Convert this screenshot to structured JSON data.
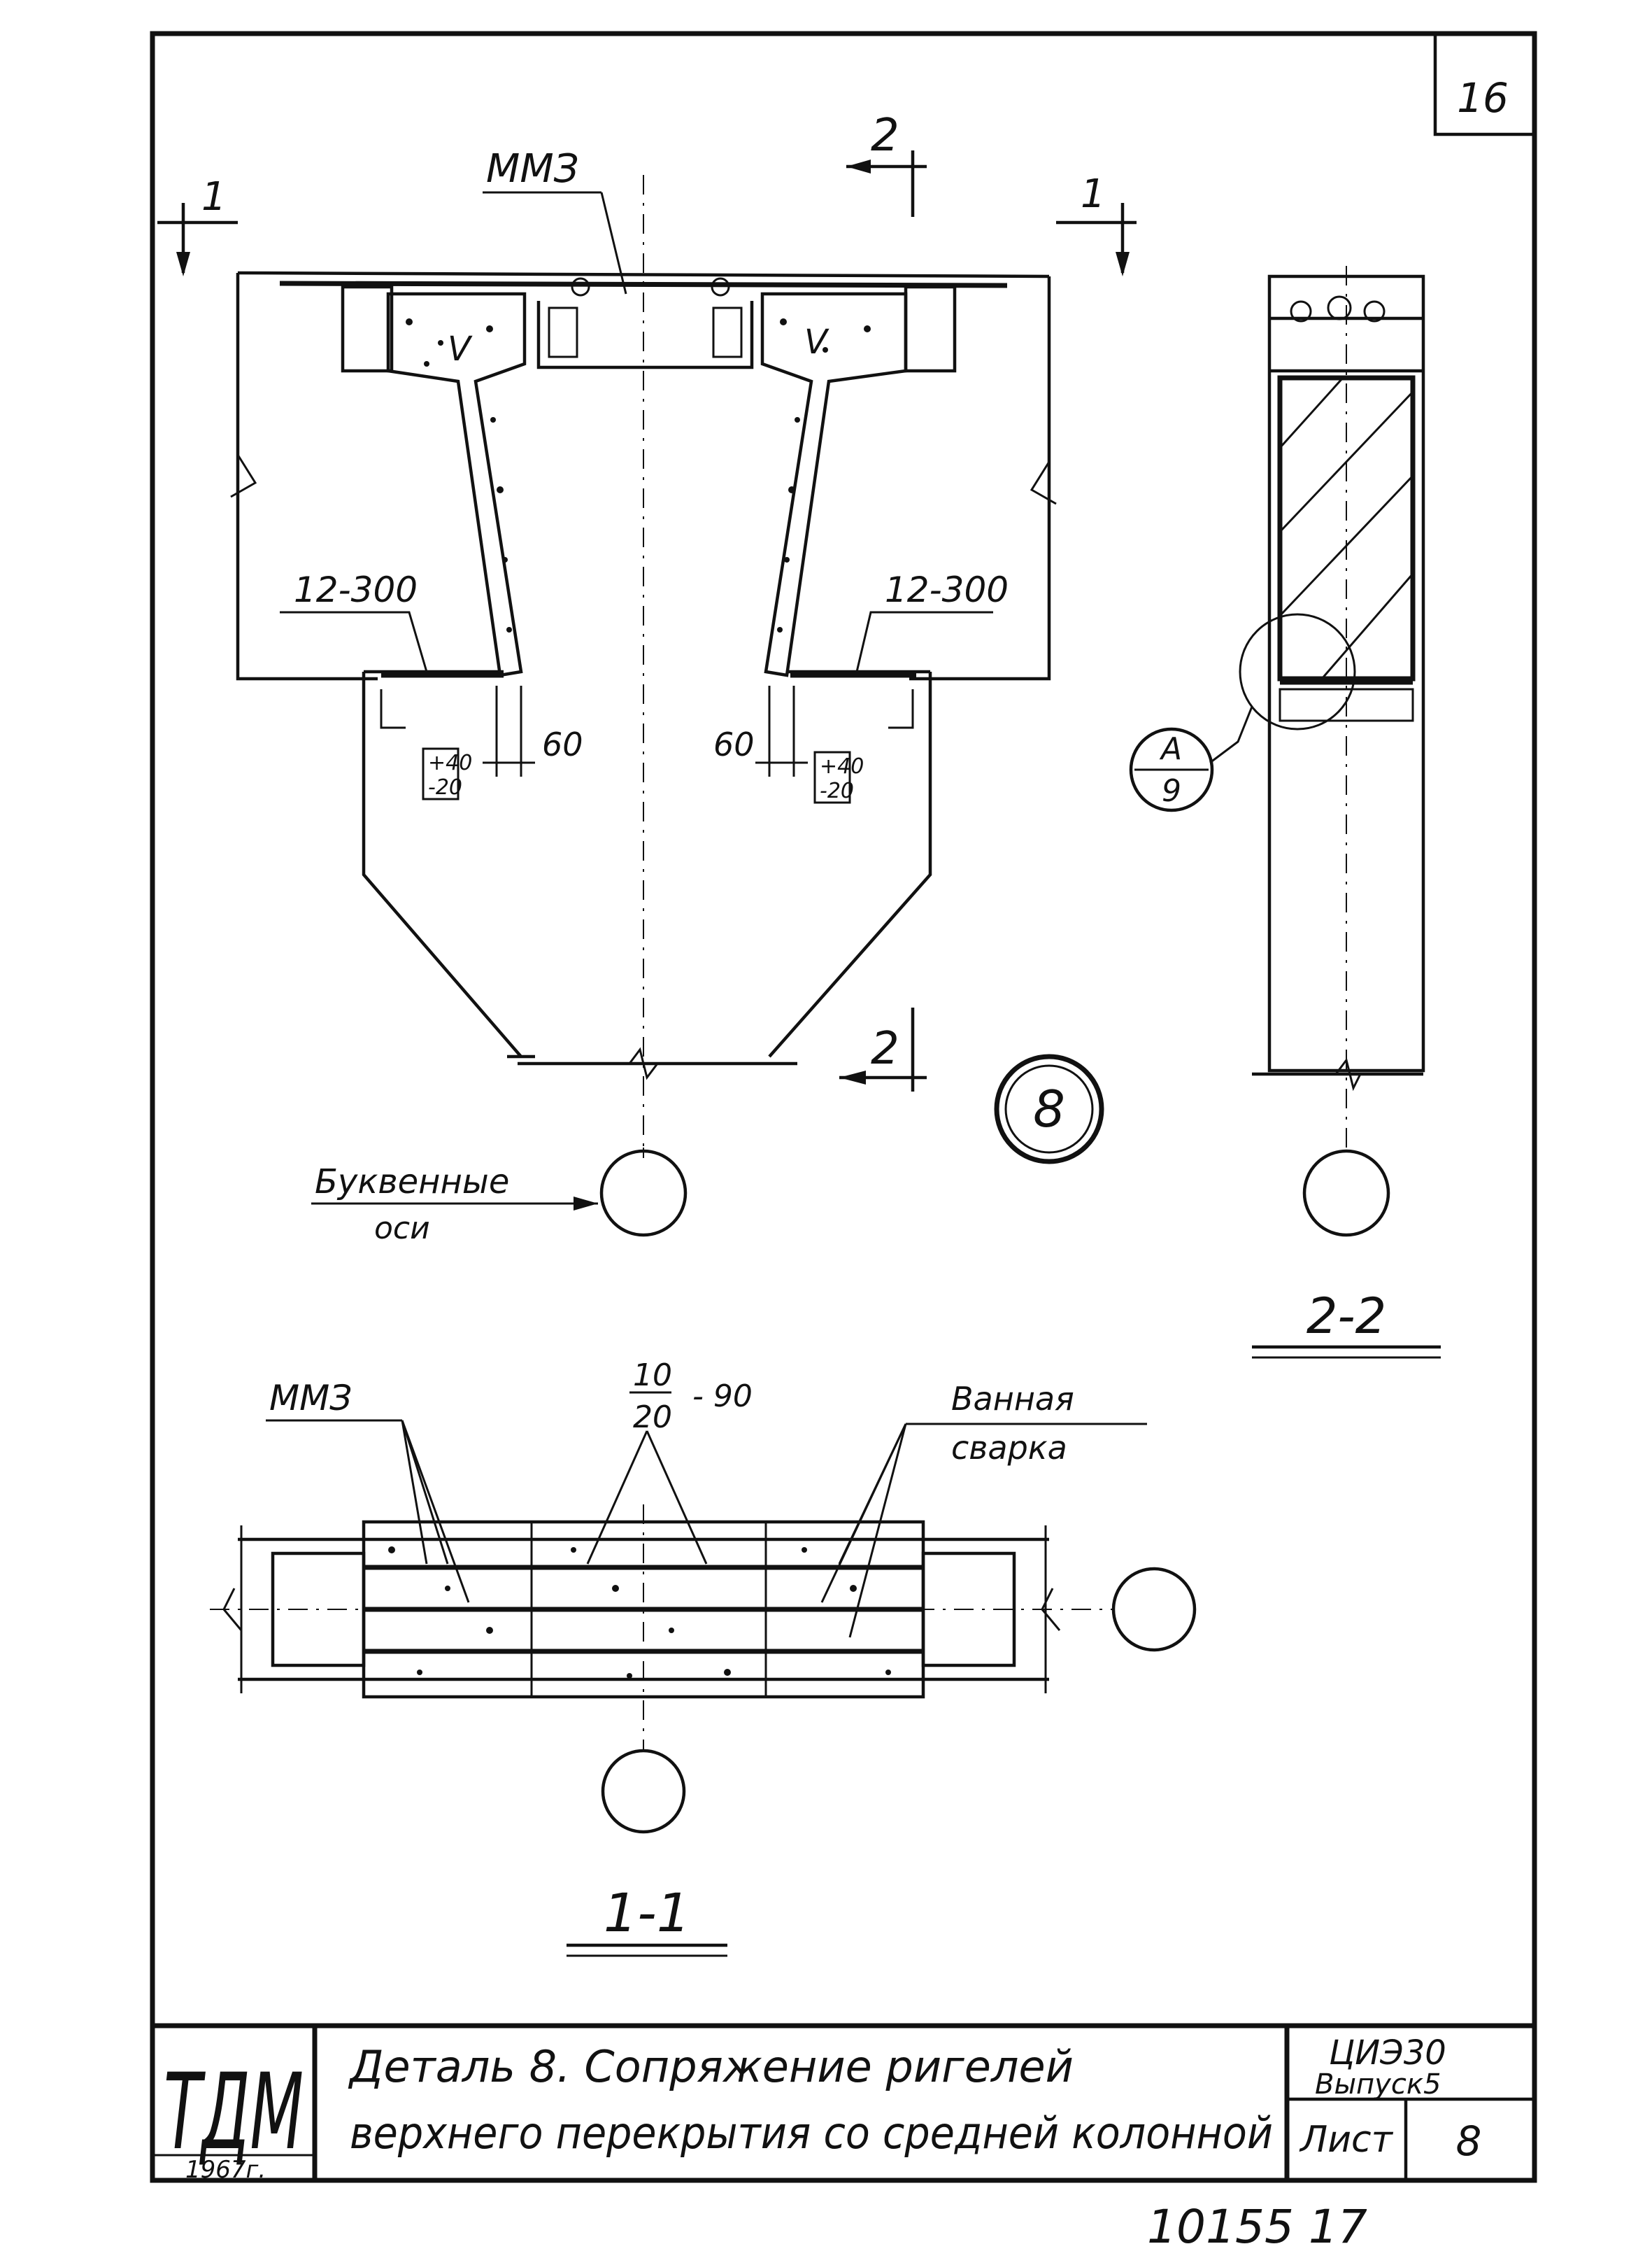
{
  "sheet": {
    "corner_number": "16",
    "stamp_number": "10155 17",
    "detail_badge": "8"
  },
  "plan": {
    "mark_mmz": "ММЗ",
    "section_1": "1",
    "section_2": "2",
    "spacing_left": "12-300",
    "spacing_right": "12-300",
    "dim_left": "60",
    "dim_right": "60",
    "tol_left": [
      "+40",
      "-20"
    ],
    "tol_right": [
      "+40",
      "-20"
    ],
    "axis_label_line1": "Буквенные",
    "axis_label_line2": "оси"
  },
  "section_22": {
    "callout_top": "А",
    "callout_bottom": "9",
    "caption": "2-2"
  },
  "section_11": {
    "mark_mmz": "ММЗ",
    "rebar_top": "10",
    "rebar_bottom": "20",
    "rebar_spacing": "- 90",
    "weld_line1": "Ванная",
    "weld_line2": "сварка",
    "caption": "1-1"
  },
  "title_block": {
    "logo": "ТДМ",
    "year": "1967г.",
    "title_line1": "Деталь 8.     Сопряжение ригелей",
    "title_line2": "верхнего  перекрытия  со средней колонной",
    "series": "ЦИЭ30",
    "issue": "Выпуск5",
    "sheet_label": "Лист",
    "sheet_number": "8"
  }
}
